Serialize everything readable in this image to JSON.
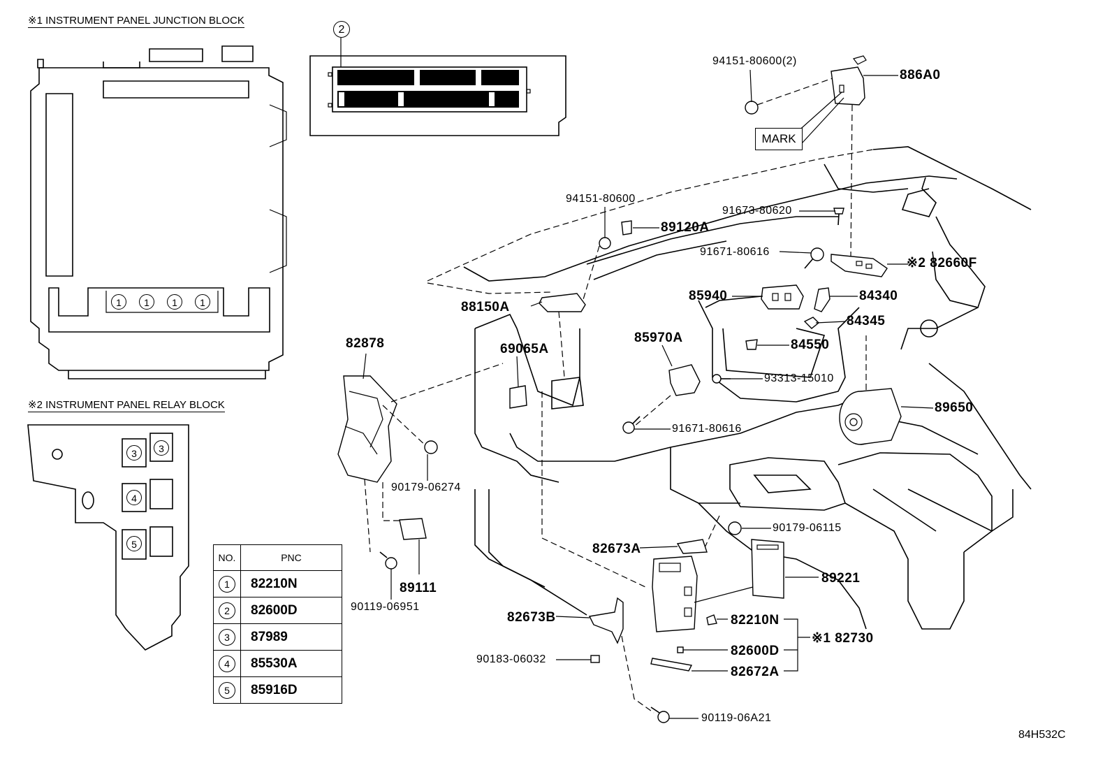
{
  "sections": {
    "junction_block": "※1 INSTRUMENT PANEL JUNCTION BLOCK",
    "relay_block": "※2 INSTRUMENT PANEL RELAY BLOCK"
  },
  "table": {
    "header_no": "NO.",
    "header_pnc": "PNC",
    "rows": [
      {
        "no": "1",
        "pnc": "82210N"
      },
      {
        "no": "2",
        "pnc": "82600D"
      },
      {
        "no": "3",
        "pnc": "87989"
      },
      {
        "no": "4",
        "pnc": "85530A"
      },
      {
        "no": "5",
        "pnc": "85916D"
      }
    ]
  },
  "callouts": {
    "fuse_block_number": "2",
    "junction_numbers": [
      "1",
      "1",
      "1",
      "1"
    ],
    "relay_numbers": [
      "3",
      "3",
      "4",
      "5"
    ]
  },
  "labels": {
    "p94151_80600_2": "94151-80600(2)",
    "p886A0": "886A0",
    "mark": "MARK",
    "p94151_80600": "94151-80600",
    "p91673_80620": "91673-80620",
    "p89120A": "89120A",
    "p91671_80616_top": "91671-80616",
    "p82660F": "※2 82660F",
    "p88150A": "88150A",
    "p85940": "85940",
    "p84340": "84340",
    "p84345": "84345",
    "p84550": "84550",
    "p82878": "82878",
    "p69065A": "69065A",
    "p85970A": "85970A",
    "p93313_15010": "93313-15010",
    "p89650": "89650",
    "p91671_80616_low": "91671-80616",
    "p90179_06274": "90179-06274",
    "p90179_06115": "90179-06115",
    "p82673A": "82673A",
    "p89221": "89221",
    "p89111": "89111",
    "p90119_06951": "90119-06951",
    "p82673B": "82673B",
    "p82210N": "82210N",
    "p82730": "※1 82730",
    "p82600D": "82600D",
    "p90183_06032": "90183-06032",
    "p82672A": "82672A",
    "p90119_06A21": "90119-06A21"
  },
  "diagram_code": "84H532C"
}
